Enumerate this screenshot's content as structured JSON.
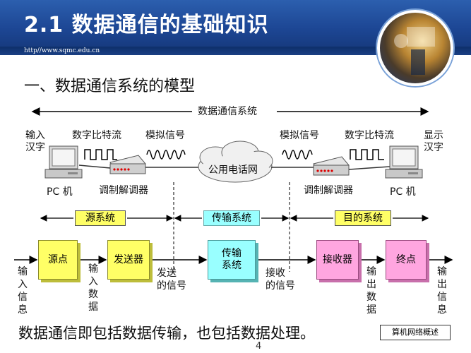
{
  "header": {
    "title": "2.1 数据通信的基础知识",
    "url": "http//www.sqmc.edu.cn"
  },
  "section_heading": "一、数据通信系统的模型",
  "top_span_label": "数据通信系统",
  "left_side": {
    "input_label": "输入\n汉字",
    "bit_stream_label": "数字比特流",
    "analog_signal_label": "模拟信号",
    "pc_label": "PC 机",
    "modem_label": "调制解调器"
  },
  "right_side": {
    "analog_signal_label": "模拟信号",
    "bit_stream_label": "数字比特流",
    "display_label": "显示\n汉字",
    "modem_label": "调制解调器",
    "pc_label": "PC 机"
  },
  "network_label": "公用电话网",
  "bands": {
    "source_system": "源系统",
    "transmission_system": "传输系统",
    "destination_system": "目的系统"
  },
  "flow": {
    "input_info": "输入信息",
    "source": "源点",
    "input_data": "输入数据",
    "transmitter": "发送器",
    "sent_signal": "发送\n的信号",
    "transmission_system": "传输\n系统",
    "received_signal": "接收\n的信号",
    "receiver": "接收器",
    "output_data": "输出数据",
    "destination": "终点",
    "output_info": "输出信息"
  },
  "summary": "数据通信即包括数据传输，也包括数据处理。",
  "footer_tag": "算机网络概述",
  "page_number": "4",
  "colors": {
    "header_blue": "#1d4795",
    "yellow_box": "#ffff66",
    "aqua_box": "#99ffff",
    "pink_box": "#ffa6e0"
  }
}
